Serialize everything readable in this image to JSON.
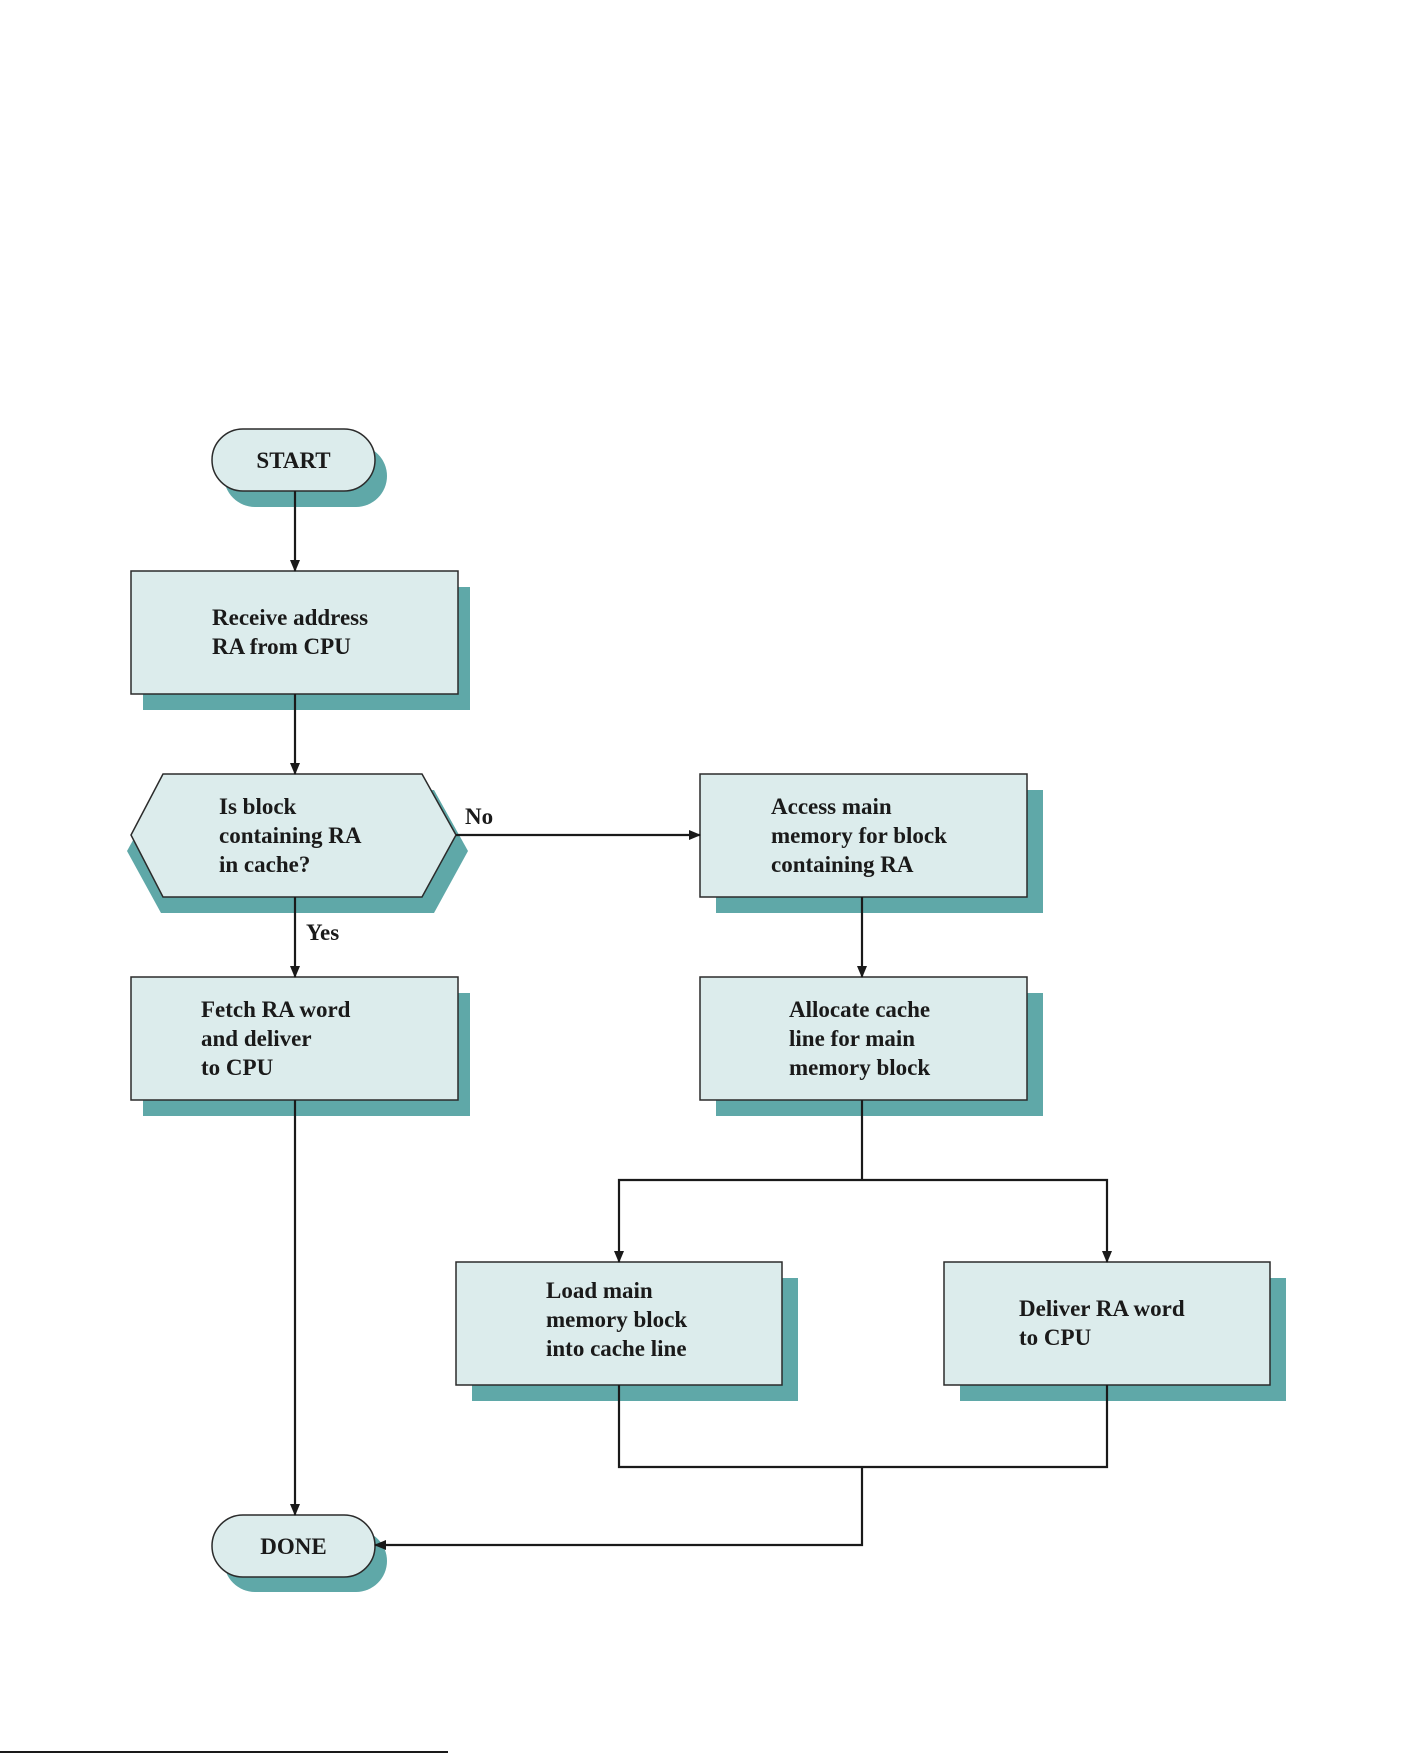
{
  "colors": {
    "box_fill": "#dcecec",
    "shadow": "#5fa8a8",
    "stroke": "#1a1a1a"
  },
  "nodes": {
    "start": {
      "label": "START"
    },
    "receive": {
      "lines": [
        "Receive address",
        "RA from CPU"
      ]
    },
    "decision": {
      "lines": [
        "Is block",
        "containing RA",
        "in cache?"
      ]
    },
    "access": {
      "lines": [
        "Access main",
        "memory for block",
        "containing RA"
      ]
    },
    "fetch": {
      "lines": [
        "Fetch RA word",
        "and deliver",
        "to CPU"
      ]
    },
    "allocate": {
      "lines": [
        "Allocate cache",
        "line for main",
        "memory block"
      ]
    },
    "load": {
      "lines": [
        "Load main",
        "memory block",
        "into cache line"
      ]
    },
    "deliver": {
      "lines": [
        "Deliver RA word",
        "to CPU"
      ]
    },
    "done": {
      "label": "DONE"
    }
  },
  "edges": {
    "no_label": "No",
    "yes_label": "Yes"
  }
}
